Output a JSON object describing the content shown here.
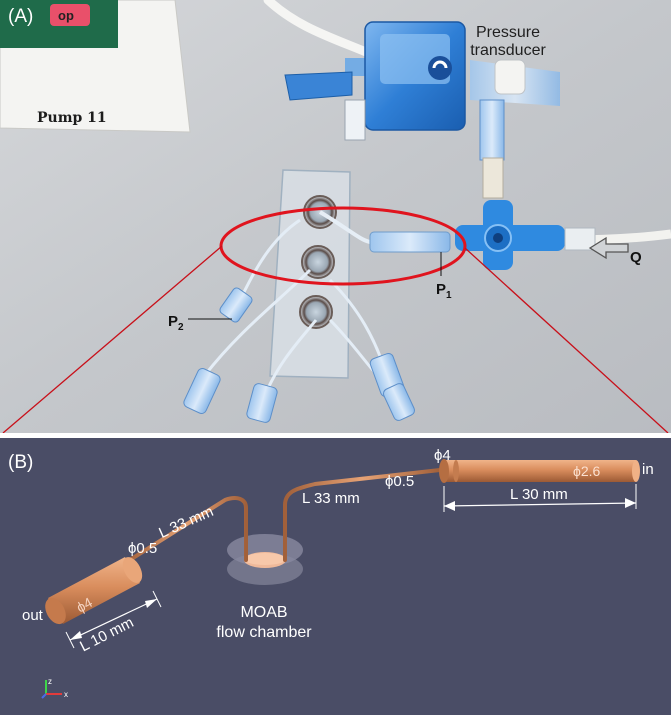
{
  "panel_a": {
    "label": "(A)",
    "pump_label": "Pump 11",
    "pump_screen_text": "op",
    "pressure_transducer": [
      "Pressure",
      "transducer"
    ],
    "p1": {
      "main": "P",
      "sub": "1"
    },
    "p2": {
      "main": "P",
      "sub": "2"
    },
    "q": "Q"
  },
  "panel_b": {
    "label": "(B)",
    "in": "in",
    "out": "out",
    "phi4_left": "ϕ4",
    "phi05_left": "ϕ0.5",
    "l33_left": "L 33 mm",
    "l10": "L 10 mm",
    "chamber": [
      "MOAB",
      "flow chamber"
    ],
    "l33_right": "L 33 mm",
    "phi05_right": "ϕ0.5",
    "phi4_right": "ϕ4",
    "phi26": "ϕ2.6",
    "l30": "L 30 mm",
    "axis_z": "z",
    "axis_x": "x"
  },
  "colors": {
    "photo_background": "#c6c9cd",
    "tube_copper": "#d38a5c",
    "panel_b_background": "#4a4d66",
    "highlight_red": "#e0141e",
    "connector_blue": "#2f7fd6"
  }
}
